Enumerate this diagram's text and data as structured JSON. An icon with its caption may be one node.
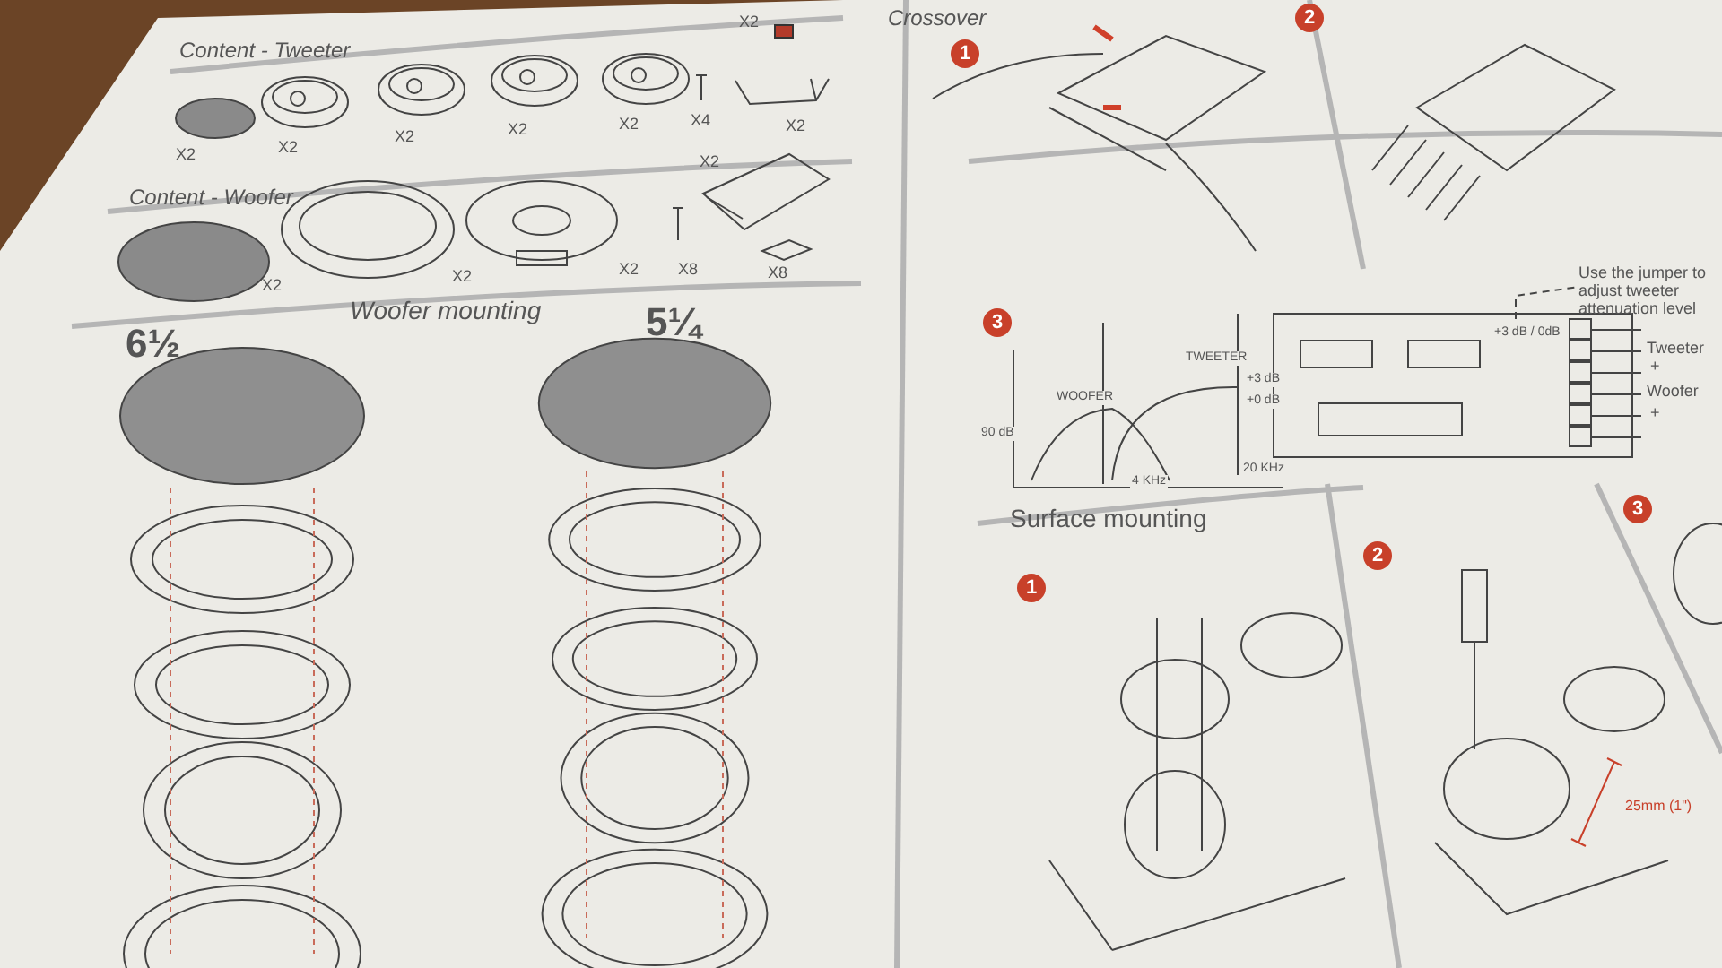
{
  "diagram": {
    "labels": [
      "Content - Tweeter",
      "X2",
      "X2",
      "X2",
      "X2",
      "X2",
      "X2",
      "X4",
      "X2",
      "Content - Woofer",
      "X2",
      "X2",
      "X2",
      "X2",
      "X8",
      "X8",
      "Woofer mounting",
      "6½",
      "5¼",
      "Crossover",
      "1",
      "2",
      "3",
      "TWEETER",
      "WOOFER",
      "+3 dB",
      "+0 dB",
      "90 dB",
      "4 KHz",
      "20 KHz",
      "+3 dB / 0dB",
      "Use the jumper to adjust tweeter attenuation level",
      "Tweeter",
      "+",
      "Woofer",
      "+",
      "Surface mounting",
      "1",
      "2",
      "3",
      "25mm (1\")"
    ]
  }
}
